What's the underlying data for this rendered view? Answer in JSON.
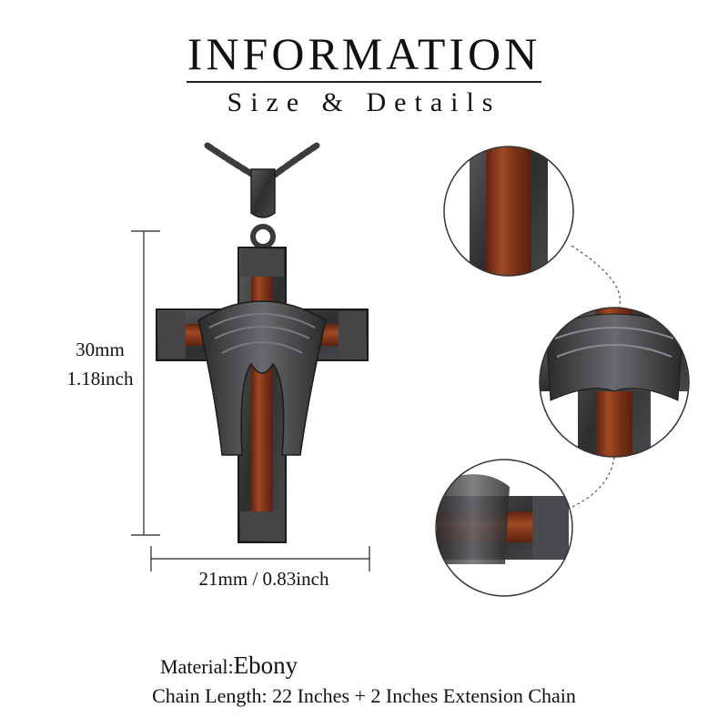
{
  "header": {
    "title": "INFORMATION",
    "subtitle": "Size & Details"
  },
  "dimensions": {
    "height_mm": "30mm",
    "height_in": "1.18inch",
    "width": "21mm / 0.83inch"
  },
  "details": {
    "material_label": "Material:",
    "material_value": "Ebony",
    "chain": "Chain Length: 22 Inches + 2 Inches Extension Chain"
  },
  "colors": {
    "metal": "#3a3a3c",
    "wood": "#8a3a1e",
    "text": "#111111"
  }
}
